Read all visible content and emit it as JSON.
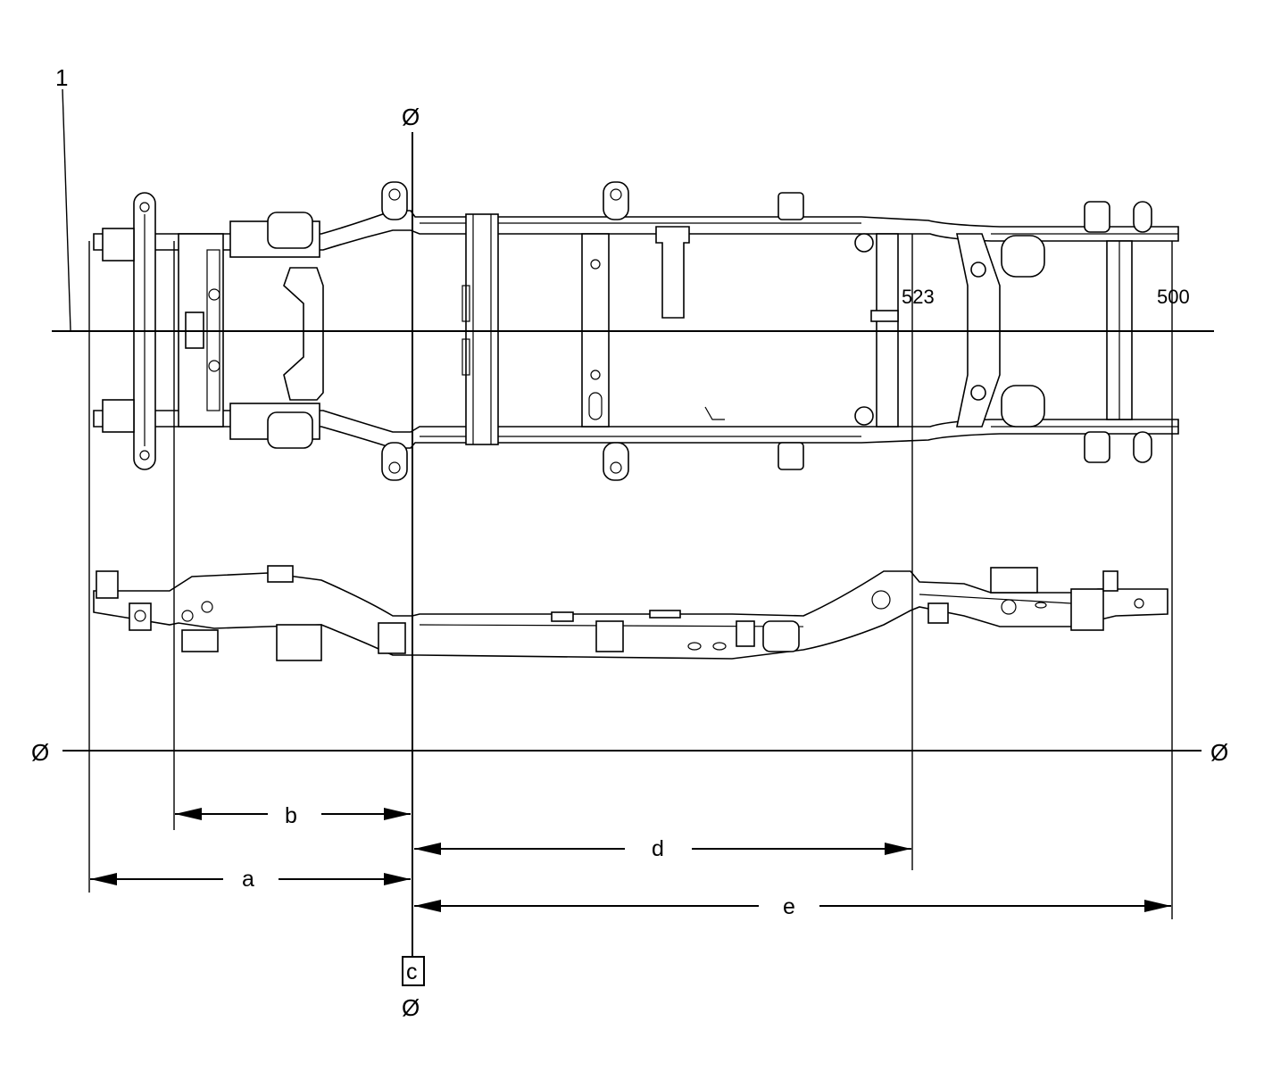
{
  "callout_number": "1",
  "datum_symbol": "Ø",
  "datum_box_label": "c",
  "frame_labels": {
    "front_crossmember_ref": "523",
    "rear_crossmember_ref": "500"
  },
  "dimensions": {
    "a": "a",
    "b": "b",
    "d": "d",
    "e": "e"
  }
}
